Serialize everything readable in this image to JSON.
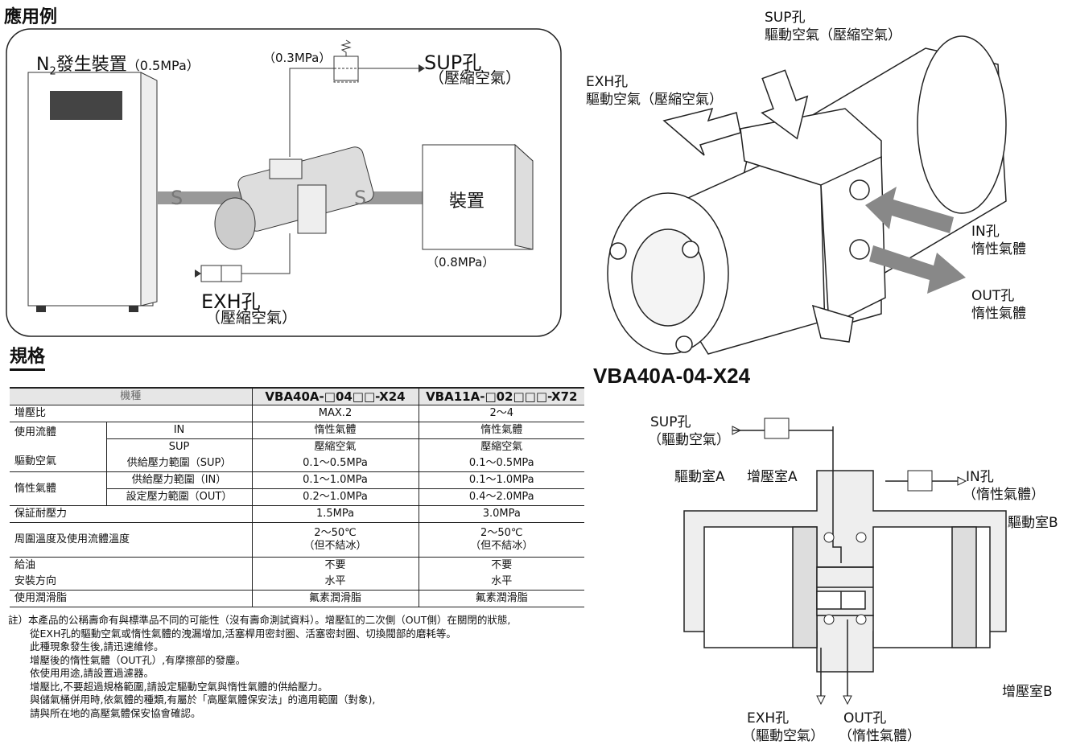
{
  "app_example": {
    "title": "應用例",
    "n2_label": "N",
    "n2_sub": "2",
    "n2_rest": "發生裝置",
    "n2_pressure": "（0.5MPa）",
    "reg_pressure": "（0.3MPa）",
    "sup_port": "SUP孔",
    "sup_fluid": "（壓縮空氣）",
    "device": "裝置",
    "device_pressure": "（0.8MPa）",
    "exh_port": "EXH孔",
    "exh_fluid": "（壓縮空氣）",
    "hose_mark": "S"
  },
  "spec": {
    "title": "規格",
    "header": [
      "機種",
      "VBA40A-□04□□-X24",
      "VBA11A-□02□□□-X72"
    ],
    "rows": {
      "ratio": {
        "label": "增壓比",
        "v1": "MAX.2",
        "v2": "2～4"
      },
      "fluid_group": "使用流體",
      "drive_group": "驅動空氣",
      "inert_group": "惰性氣體",
      "in": {
        "label": "IN",
        "v1": "惰性氣體",
        "v2": "惰性氣體"
      },
      "sup": {
        "label": "SUP",
        "v1": "壓縮空氣",
        "v2": "壓縮空氣"
      },
      "sup_range": {
        "label": "供給壓力範圍（SUP）",
        "v1": "0.1～0.5MPa",
        "v2": "0.1～0.5MPa"
      },
      "in_range": {
        "label": "供給壓力範圍（IN）",
        "v1": "0.1～1.0MPa",
        "v2": "0.1～1.0MPa"
      },
      "out_range": {
        "label": "設定壓力範圍（OUT）",
        "v1": "0.2～1.0MPa",
        "v2": "0.4～2.0MPa"
      },
      "proof": {
        "label": "保証耐壓力",
        "v1": "1.5MPa",
        "v2": "3.0MPa"
      },
      "temp": {
        "label": "周圍溫度及使用流體溫度",
        "v1": "2～50℃",
        "v1b": "（但不結冰）",
        "v2": "2～50℃",
        "v2b": "（但不結冰）"
      },
      "oil": {
        "label": "給油",
        "v1": "不要",
        "v2": "不要"
      },
      "mount": {
        "label": "安裝方向",
        "v1": "水平",
        "v2": "水平"
      },
      "grease": {
        "label": "使用潤滑脂",
        "v1": "氟素潤滑脂",
        "v2": "氟素潤滑脂"
      }
    }
  },
  "notes": [
    "註）本產品的公稱壽命有與標準品不同的可能性（沒有壽命測試資料）。增壓缸的二次側（OUT側）在關閉的狀態,",
    "從EXH孔的驅動空氣或惰性氣體的洩漏增加,活塞桿用密封圈、活塞密封圈、切換閥部的磨耗等。",
    "此種現象發生後,請迅速維修。",
    "增壓後的惰性氣體（OUT孔）,有摩擦部的發塵。",
    "依使用用途,請設置過濾器。",
    "增壓比,不要超過規格範圍,請設定驅動空氣與惰性氣體的供給壓力。",
    "與儲氣桶併用時,依氣體的種類,有屬於「高壓氣體保安法」的適用範圍（對象),",
    "請與所在地的高壓氣體保安協會確認。"
  ],
  "illustration": {
    "sup_port": "SUP孔",
    "sup_fluid": "驅動空氣（壓縮空氣）",
    "exh_port": "EXH孔",
    "exh_fluid": "驅動空氣（壓縮空氣）",
    "in_port": "IN孔",
    "in_fluid": "惰性氣體",
    "out_port": "OUT孔",
    "out_fluid": "惰性氣體"
  },
  "model": "VBA40A-04-X24",
  "schematic": {
    "sup_port": "SUP孔",
    "sup_fluid": "（驅動空氣）",
    "drive_a": "驅動室A",
    "boost_a": "增壓室A",
    "in_port": "IN孔",
    "in_fluid": "（惰性氣體）",
    "drive_b": "驅動室B",
    "boost_b": "增壓室B",
    "exh_port": "EXH孔",
    "exh_fluid": "（驅動空氣）",
    "out_port": "OUT孔",
    "out_fluid": "（惰性氣體）"
  }
}
